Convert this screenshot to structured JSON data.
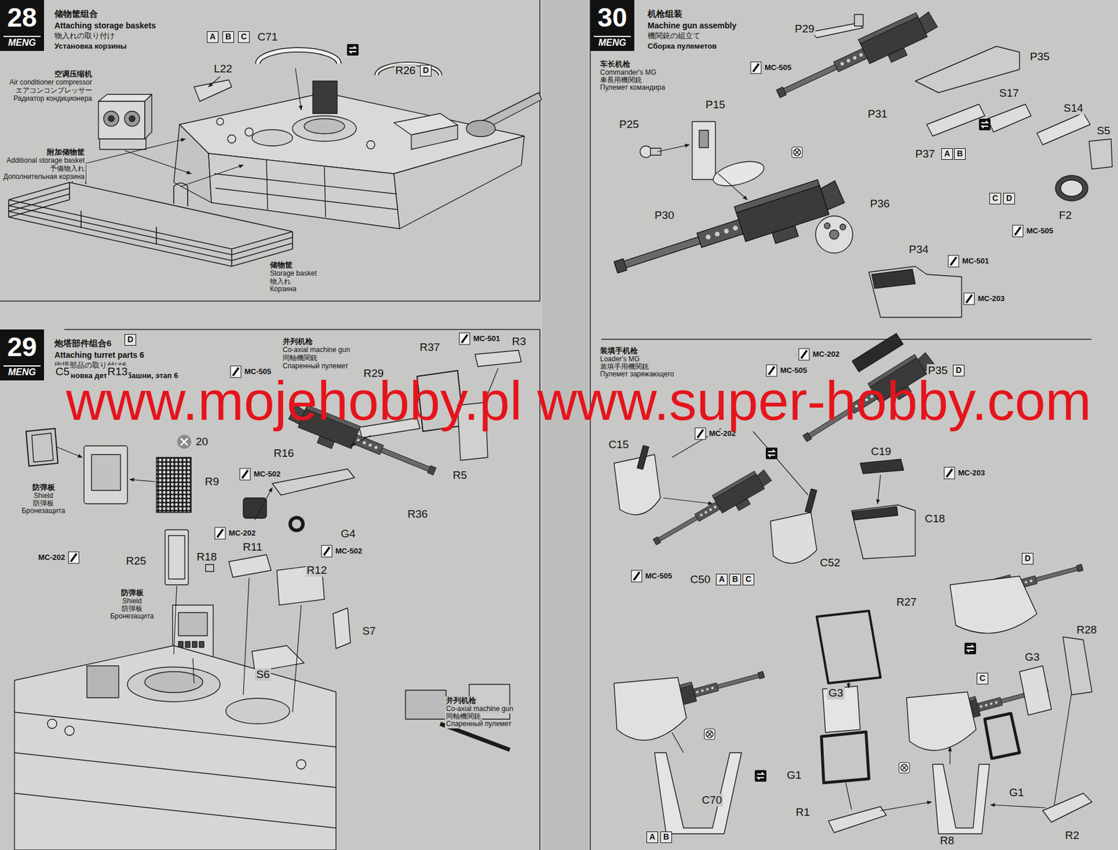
{
  "diagram": {
    "nodes": [
      {
        "text": [
          "28",
          "MENG",
          "储物筐组合",
          "Attaching storage baskets",
          "物入れの取り付け",
          "Установка корзины"
        ]
      },
      {
        "text": [
          "A"
        ]
      },
      {
        "text": [
          "B"
        ]
      },
      {
        "text": [
          "C"
        ]
      },
      {
        "text": [
          "D"
        ]
      },
      {
        "text": [
          "29",
          "MENG",
          "炮塔部件组合6",
          "Attaching turret parts 6",
          "砲塔部品の取り付け6",
          "Установка деталей башни, этап 6"
        ]
      },
      {
        "text": [
          "D"
        ]
      },
      {
        "text": [
          "30",
          "MENG",
          "机枪组装",
          "Machine gun assembly",
          "機関銃の組立て",
          "Сборка пулеметов"
        ]
      },
      {
        "text": [
          "A"
        ]
      },
      {
        "text": [
          "B"
        ]
      },
      {
        "text": [
          "C"
        ]
      },
      {
        "text": [
          "D"
        ]
      },
      {
        "text": [
          "D"
        ]
      },
      {
        "text": [
          "A"
        ]
      },
      {
        "text": [
          "B"
        ]
      },
      {
        "text": [
          "C"
        ]
      },
      {
        "text": [
          "D"
        ]
      },
      {
        "text": [
          "C"
        ]
      },
      {
        "text": [
          "A"
        ]
      },
      {
        "text": [
          "B"
        ]
      }
    ],
    "labels": [
      "C71",
      "R26",
      "L22",
      "空调压缩机",
      "Air conditioner compressor",
      "エアコンコンプレッサー",
      "Радиатор кондиционера",
      "附加储物筐",
      "Additional storage basket",
      "予備物入れ",
      "Дополнительная корзина",
      "储物筐",
      "Storage basket",
      "物入れ",
      "Корзина",
      "并列机枪",
      "Co-axial machine gun",
      "同軸機関銃",
      "Спаренный пулемет",
      "MC-501",
      "R3",
      "R37",
      "R29",
      "MC-505",
      "C5",
      "R13",
      "20",
      "R16",
      "R5",
      "MC-502",
      "R9",
      "R36",
      "防弹板",
      "Shield",
      "防弾板",
      "Бронезащита",
      "MC-202",
      "G4",
      "MC-502",
      "MC-202",
      "R25",
      "R18",
      "R11",
      "R12",
      "S7",
      "S6",
      "防弹板",
      "Shield",
      "防弾板",
      "Бронезащита",
      "并列机枪",
      "Co-axial machine gun",
      "同軸機関銃",
      "Спаренный пулемет",
      "P29",
      "车长机枪",
      "Commander's MG",
      "車長用機関銃",
      "Пулемет командира",
      "MC-505",
      "P35",
      "P31",
      "S17",
      "S14",
      "P15",
      "P25",
      "S5",
      "P37",
      "P30",
      "P36",
      "F2",
      "MC-505",
      "P34",
      "MC-501",
      "MC-203",
      "装填手机枪",
      "Loader's MG",
      "装填手用機関銃",
      "Пулемет заряжающего",
      "MC-202",
      "MC-505",
      "P35",
      "MC-202",
      "C15",
      "C19",
      "MC-203",
      "C18",
      "C52",
      "MC-505",
      "C50",
      "R27",
      "R28",
      "G3",
      "G3",
      "G1",
      "G1",
      "C70",
      "R1",
      "R8",
      "R2",
      "www.mojehobby.pl www.super-hobby.com"
    ]
  }
}
